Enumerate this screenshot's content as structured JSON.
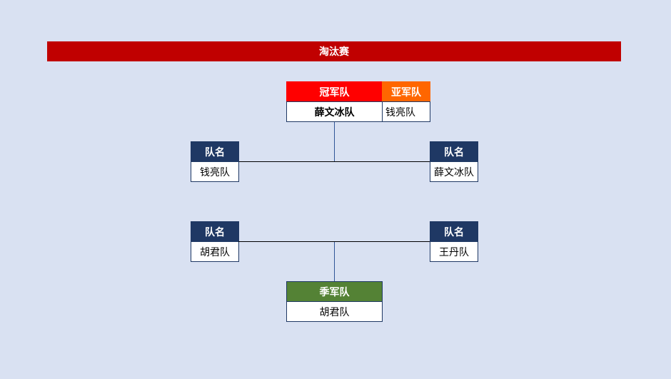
{
  "title": "淘汰赛",
  "final": {
    "champion_label": "冠军队",
    "champion_name": "薛文冰队",
    "runner_up_label": "亚军队",
    "runner_up_name": "钱亮队",
    "left_header": "队名",
    "left_team": "钱亮队",
    "right_header": "队名",
    "right_team": "薛文冰队"
  },
  "third_place_match": {
    "left_header": "队名",
    "left_team": "胡君队",
    "right_header": "队名",
    "right_team": "王丹队",
    "third_label": "季军队",
    "third_name": "胡君队"
  },
  "colors": {
    "background": "#d9e1f2",
    "title_bar": "#c00000",
    "champion": "#ff0000",
    "runner_up": "#ff6600",
    "team_header": "#1f3864",
    "third_place": "#548235"
  }
}
